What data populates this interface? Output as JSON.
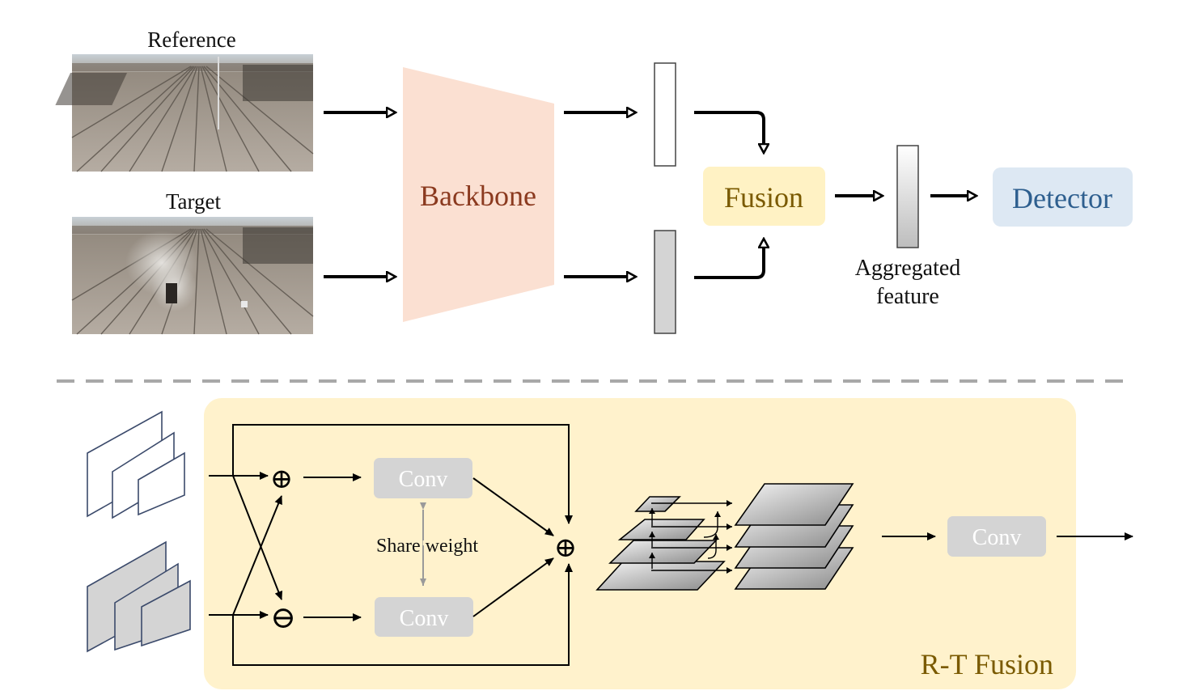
{
  "top": {
    "reference_label": "Reference",
    "target_label": "Target",
    "backbone_label": "Backbone",
    "fusion_label": "Fusion",
    "detector_label": "Detector",
    "aggregated_label_line1": "Aggregated",
    "aggregated_label_line2": "feature"
  },
  "bottom": {
    "conv_top_label": "Conv",
    "conv_bottom_label": "Conv",
    "share_weight_label": "Share weight",
    "conv_out_label": "Conv",
    "rt_fusion_label": "R-T Fusion",
    "plus_symbol": "⊕",
    "minus_symbol": "⊖",
    "sum_symbol": "⊕"
  },
  "colors": {
    "backbone_fill": "#fbe0d2",
    "backbone_text": "#8b3a1f",
    "fusion_fill": "#fff2c4",
    "fusion_text": "#7a5a00",
    "detector_fill": "#dde8f3",
    "detector_text": "#2e5f8f",
    "rt_panel_fill": "#fff2cc",
    "rt_text": "#7a5a00",
    "conv_fill": "#d4d4d4",
    "conv_text": "#ffffff"
  }
}
